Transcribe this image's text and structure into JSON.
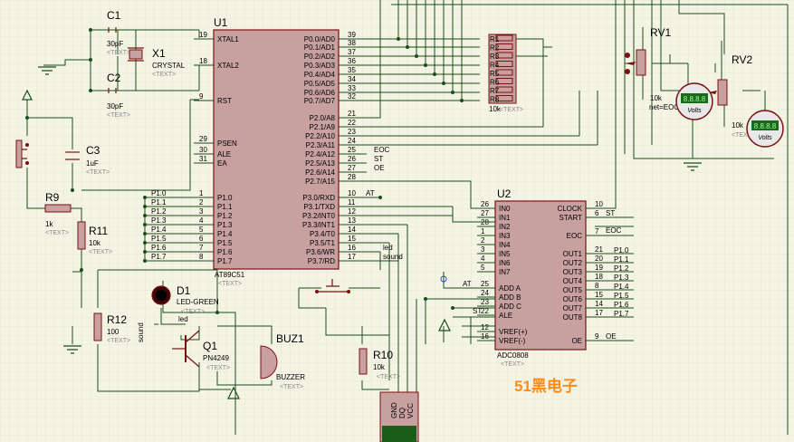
{
  "u1": {
    "ref": "U1",
    "part": "AT89C51",
    "text": "<TEXT>",
    "left_pins": [
      {
        "num": "19",
        "name": "XTAL1"
      },
      {
        "num": "18",
        "name": "XTAL2"
      },
      {
        "num": "9",
        "name": "RST"
      },
      {
        "num": "29",
        "name": "PSEN"
      },
      {
        "num": "30",
        "name": "ALE"
      },
      {
        "num": "31",
        "name": "EA"
      },
      {
        "num": "1",
        "name": "P1.0"
      },
      {
        "num": "2",
        "name": "P1.1"
      },
      {
        "num": "3",
        "name": "P1.2"
      },
      {
        "num": "4",
        "name": "P1.3"
      },
      {
        "num": "5",
        "name": "P1.4"
      },
      {
        "num": "6",
        "name": "P1.5"
      },
      {
        "num": "7",
        "name": "P1.6"
      },
      {
        "num": "8",
        "name": "P1.7"
      }
    ],
    "right_pins": [
      {
        "num": "39",
        "name": "P0.0/AD0"
      },
      {
        "num": "38",
        "name": "P0.1/AD1"
      },
      {
        "num": "37",
        "name": "P0.2/AD2"
      },
      {
        "num": "36",
        "name": "P0.3/AD3"
      },
      {
        "num": "35",
        "name": "P0.4/AD4"
      },
      {
        "num": "34",
        "name": "P0.5/AD5"
      },
      {
        "num": "33",
        "name": "P0.6/AD6"
      },
      {
        "num": "32",
        "name": "P0.7/AD7"
      },
      {
        "num": "21",
        "name": "P2.0/A8"
      },
      {
        "num": "22",
        "name": "P2.1/A9"
      },
      {
        "num": "23",
        "name": "P2.2/A10"
      },
      {
        "num": "24",
        "name": "P2.3/A11"
      },
      {
        "num": "25",
        "name": "P2.4/A12"
      },
      {
        "num": "26",
        "name": "P2.5/A13"
      },
      {
        "num": "27",
        "name": "P2.6/A14"
      },
      {
        "num": "28",
        "name": "P2.7/A15"
      },
      {
        "num": "10",
        "name": "P3.0/RXD"
      },
      {
        "num": "11",
        "name": "P3.1/TXD"
      },
      {
        "num": "12",
        "name": "P3.2/INT0"
      },
      {
        "num": "13",
        "name": "P3.3/INT1"
      },
      {
        "num": "14",
        "name": "P3.4/T0"
      },
      {
        "num": "15",
        "name": "P3.5/T1"
      },
      {
        "num": "16",
        "name": "P3.6/WR"
      },
      {
        "num": "17",
        "name": "P3.7/RD"
      }
    ]
  },
  "u2": {
    "ref": "U2",
    "part": "ADC0808",
    "text": "<TEXT>",
    "left_pins": [
      {
        "num": "26",
        "name": "IN0"
      },
      {
        "num": "27",
        "name": "IN1"
      },
      {
        "num": "28",
        "name": "IN2"
      },
      {
        "num": "1",
        "name": "IN3"
      },
      {
        "num": "2",
        "name": "IN4"
      },
      {
        "num": "3",
        "name": "IN5"
      },
      {
        "num": "4",
        "name": "IN6"
      },
      {
        "num": "5",
        "name": "IN7"
      },
      {
        "num": "25",
        "name": "ADD A"
      },
      {
        "num": "24",
        "name": "ADD B"
      },
      {
        "num": "23",
        "name": "ADD C"
      },
      {
        "num": "22",
        "name": "ALE"
      },
      {
        "num": "12",
        "name": "VREF(+)"
      },
      {
        "num": "16",
        "name": "VREF(-)"
      }
    ],
    "right_pins": [
      {
        "num": "10",
        "name": "CLOCK"
      },
      {
        "num": "6",
        "name": "START"
      },
      {
        "num": "7",
        "name": "EOC"
      },
      {
        "num": "21",
        "name": "OUT1"
      },
      {
        "num": "20",
        "name": "OUT2"
      },
      {
        "num": "19",
        "name": "OUT3"
      },
      {
        "num": "18",
        "name": "OUT4"
      },
      {
        "num": "8",
        "name": "OUT5"
      },
      {
        "num": "15",
        "name": "OUT6"
      },
      {
        "num": "14",
        "name": "OUT7"
      },
      {
        "num": "17",
        "name": "OUT8"
      },
      {
        "num": "9",
        "name": "OE"
      }
    ]
  },
  "p1_labels": [
    "P1.0",
    "P1.1",
    "P1.2",
    "P1.3",
    "P1.4",
    "P1.5",
    "P1.6",
    "P1.7"
  ],
  "adc_out_labels": [
    "P1.0",
    "P1.1",
    "P1.2",
    "P1.3",
    "P1.4",
    "P1.5",
    "P1.6",
    "P1.7"
  ],
  "net_labels": {
    "eoc": "EOC",
    "st": "ST",
    "oe": "OE",
    "at": "AT",
    "led": "led",
    "sound": "sound",
    "clock_st": "ST",
    "eoc2": "EOC",
    "oe2": "OE",
    "at2": "AT",
    "st22": "ST"
  },
  "c1": {
    "ref": "C1",
    "val": "30pF",
    "text": "<TEXT>"
  },
  "c2": {
    "ref": "C2",
    "val": "30pF",
    "text": "<TEXT>"
  },
  "x1": {
    "ref": "X1",
    "val": "CRYSTAL",
    "text": "<TEXT>"
  },
  "c3": {
    "ref": "C3",
    "val": "1uF",
    "text": "<TEXT>"
  },
  "r9": {
    "ref": "R9",
    "val": "1k",
    "text": "<TEXT>"
  },
  "r11": {
    "ref": "R11",
    "val": "10k",
    "text": "<TEXT>"
  },
  "r12": {
    "ref": "R12",
    "val": "100",
    "text": "<TEXT>"
  },
  "r10": {
    "ref": "R10",
    "val": "10k",
    "text": "<TEXT>"
  },
  "d1": {
    "ref": "D1",
    "val": "LED-GREEN",
    "text": "<TEXT>"
  },
  "q1": {
    "ref": "Q1",
    "val": "PN4249",
    "text": "<TEXT>"
  },
  "buz1": {
    "ref": "BUZ1",
    "val": "BUZZER",
    "text": "<TEXT>"
  },
  "rv1": {
    "ref": "RV1",
    "val": "10k",
    "net": "net=EOC"
  },
  "rv2": {
    "ref": "RV2",
    "val": "10k",
    "text": "<TEXT>"
  },
  "rpack": {
    "refs": [
      "R1",
      "R2",
      "R3",
      "R4",
      "R5",
      "R6",
      "R7",
      "R8"
    ],
    "val": "10k",
    "text": "<TEXT>"
  },
  "voltmeter": {
    "unit": "Volts",
    "reading": "8.8.8.8"
  },
  "dht": {
    "pins": [
      "GND",
      "DQ",
      "VCC"
    ]
  },
  "watermark": "51黑电子",
  "colors": {
    "bg": "#f4f4e4",
    "wire": "#1a4d1a",
    "component": "#7a1010",
    "watermark": "#ff8c1a"
  }
}
